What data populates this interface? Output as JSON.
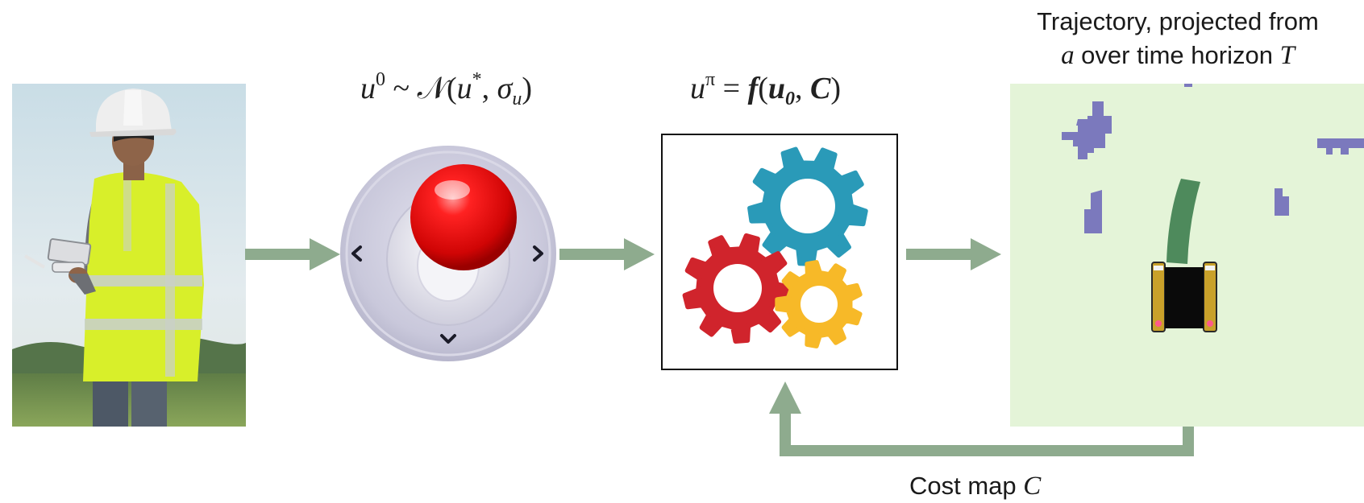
{
  "equations": {
    "joystick": {
      "lhs": "u",
      "lhs_sup": "0",
      "rel": " ~ ",
      "dist": "𝒩",
      "open": "(",
      "mean": "u",
      "mean_sup": "*",
      "comma": ", ",
      "sigma": "σ",
      "sigma_sub": "u",
      "close": ")"
    },
    "policy": {
      "lhs": "u",
      "lhs_sup": "π",
      "eq": " = ",
      "func": "f",
      "open": "(",
      "arg1": "u",
      "arg1_sub": "0",
      "comma": ", ",
      "arg2": "C",
      "close": ")"
    }
  },
  "captions": {
    "trajectory": {
      "line1": "Trajectory, projected from",
      "var_a": "a",
      "middle": " over time horizon ",
      "var_t": "T"
    },
    "cost_map": {
      "text": "Cost map ",
      "var_c": "C"
    }
  },
  "colors": {
    "arrow": "#8eab8e",
    "costmap_bg": "#e4f4d8",
    "obstacle": "#7b79bd",
    "trajectory": "#4e8a5c",
    "gear_blue": "#2a9ab8",
    "gear_red": "#d0242c",
    "gear_yellow": "#f7b928",
    "joystick_ball": "#e10a0a",
    "vest": "#d8ef2a"
  },
  "icons": {
    "operator": "person-with-remote-controller",
    "joystick": "joystick-icon",
    "policy": "gears-icon",
    "robot": "robot-vehicle-icon"
  }
}
